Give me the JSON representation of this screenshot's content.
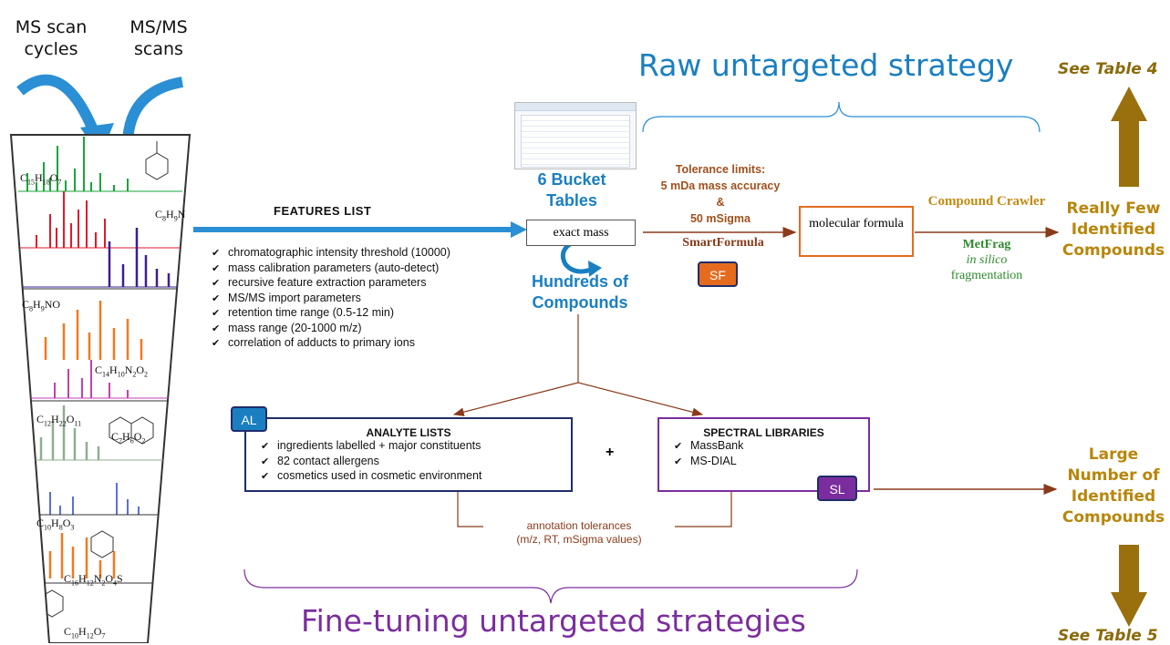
{
  "header": {
    "ms_scan": "MS scan cycles",
    "msms": "MS/MS scans"
  },
  "funnel_formulas": [
    "C15H18O7",
    "C8H9N",
    "C8H9NO",
    "C14H10N2O2",
    "C12H22O11",
    "C7H6O2",
    "C10H8O3",
    "C16H12N2O4S",
    "C10H12O7"
  ],
  "features": {
    "title": "FEATURES LIST",
    "items": [
      "chromatographic intensity threshold (10000)",
      "mass calibration parameters (auto-detect)",
      "recursive feature extraction parameters",
      "MS/MS import parameters",
      "retention time range (0.5-12 min)",
      "mass range (20-1000 m/z)",
      "correlation of adducts to primary ions"
    ]
  },
  "bucket": {
    "title": "6 Bucket Tables",
    "exact_mass": "exact mass",
    "hundreds": "Hundreds of Compounds"
  },
  "raw": {
    "title": "Raw untargeted strategy",
    "tolerance": "Tolerance limits:",
    "tolerance_line2": "5 mDa mass accuracy",
    "tolerance_line3": "&",
    "tolerance_line4": "50 mSigma",
    "smartformula": "SmartFormula",
    "sf_tag": "SF",
    "molecular_formula": "molecular formula",
    "compound_crawler": "Compound Crawler",
    "metfrag": "MetFrag",
    "in_silico": "in silico",
    "fragmentation": "fragmentation",
    "result": "Really Few Identified Compounds",
    "see_table": "See Table 4"
  },
  "analyte": {
    "tag": "AL",
    "title": "ANALYTE LISTS",
    "items": [
      "ingredients labelled + major constituents",
      "82 contact allergens",
      "cosmetics used in cosmetic environment"
    ]
  },
  "plus": "+",
  "spectral": {
    "tag": "SL",
    "title": "SPECTRAL LIBRARIES",
    "items": [
      "MassBank",
      "MS-DIAL"
    ]
  },
  "annotation": {
    "line1": "annotation tolerances",
    "line2": "(m/z, RT, mSigma values)"
  },
  "fine": {
    "title": "Fine-tuning untargeted strategies",
    "result": "Large Number of Identified Compounds",
    "see_table": "See Table 5"
  },
  "colors": {
    "blue": "#1a7fc1",
    "purple": "#7b2d9e",
    "orange": "#e56b1f",
    "navy": "#1f2d6b",
    "gold": "#b8860b",
    "brown": "#8b3a1a"
  }
}
